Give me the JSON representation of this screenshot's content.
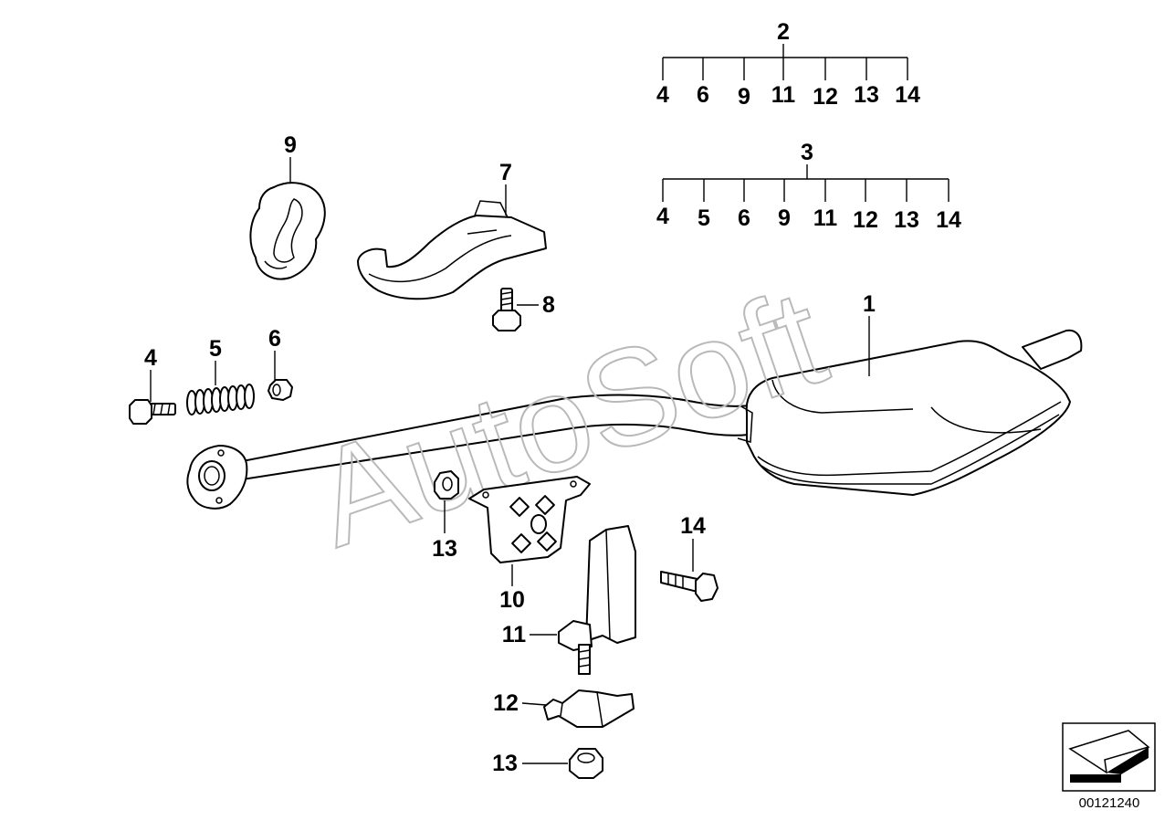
{
  "diagram": {
    "reference_code": "00121240",
    "watermark": "AutoSoft",
    "kits": [
      {
        "label": "2",
        "parts": [
          "4",
          "6",
          "9",
          "11",
          "12",
          "13",
          "14"
        ]
      },
      {
        "label": "3",
        "parts": [
          "4",
          "5",
          "6",
          "9",
          "11",
          "12",
          "13",
          "14"
        ]
      }
    ],
    "callouts": {
      "p1": "1",
      "p4": "4",
      "p5": "5",
      "p6": "6",
      "p7": "7",
      "p8": "8",
      "p9": "9",
      "p10": "10",
      "p11": "11",
      "p12": "12",
      "p13a": "13",
      "p13b": "13",
      "p14": "14"
    }
  }
}
